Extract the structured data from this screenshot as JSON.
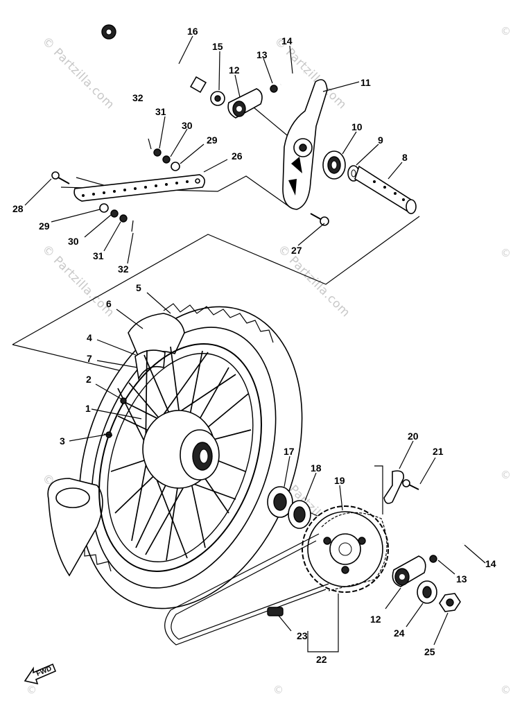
{
  "watermark": {
    "text": "© Partzilla.com",
    "copyright_marks": [
      "©",
      "©",
      "©",
      "©",
      "©",
      "©",
      "©",
      "©",
      "©",
      "©",
      "©"
    ]
  },
  "fwd_label": "FWD",
  "callouts": [
    {
      "number": "1"
    },
    {
      "number": "2"
    },
    {
      "number": "3"
    },
    {
      "number": "4"
    },
    {
      "number": "5"
    },
    {
      "number": "6"
    },
    {
      "number": "7"
    },
    {
      "number": "8"
    },
    {
      "number": "9"
    },
    {
      "number": "10"
    },
    {
      "number": "11"
    },
    {
      "number": "12"
    },
    {
      "number": "13"
    },
    {
      "number": "14"
    },
    {
      "number": "15"
    },
    {
      "number": "16"
    },
    {
      "number": "17"
    },
    {
      "number": "18"
    },
    {
      "number": "19"
    },
    {
      "number": "20"
    },
    {
      "number": "21"
    },
    {
      "number": "22"
    },
    {
      "number": "23"
    },
    {
      "number": "24"
    },
    {
      "number": "25"
    },
    {
      "number": "26"
    },
    {
      "number": "27"
    },
    {
      "number": "28"
    },
    {
      "number": "29"
    },
    {
      "number": "30"
    },
    {
      "number": "31"
    },
    {
      "number": "32"
    }
  ],
  "callouts_repeat": [
    {
      "number": "12"
    },
    {
      "number": "13"
    },
    {
      "number": "14"
    },
    {
      "number": "29"
    },
    {
      "number": "30"
    },
    {
      "number": "31"
    },
    {
      "number": "32"
    }
  ]
}
